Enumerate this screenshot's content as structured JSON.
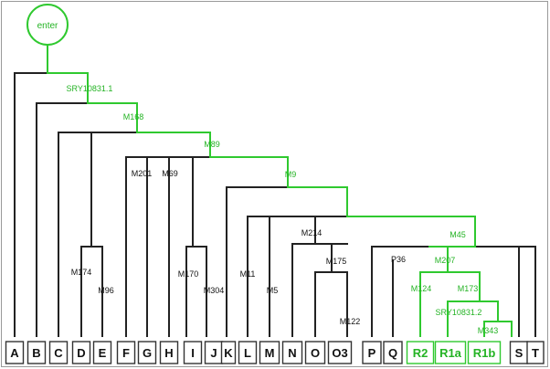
{
  "colors": {
    "black": "#222222",
    "green": "#2fc92f",
    "green_text": "#24b324"
  },
  "tree": {
    "root_label": "enter",
    "leaves": [
      "A",
      "B",
      "C",
      "D",
      "E",
      "F",
      "G",
      "H",
      "I",
      "J",
      "K",
      "L",
      "M",
      "N",
      "O",
      "O3",
      "P",
      "Q",
      "R2",
      "R1a",
      "R1b",
      "S",
      "T"
    ],
    "green_leaves": [
      "R2",
      "R1a",
      "R1b"
    ],
    "markers": {
      "SRY10831_1": "SRY10831.1",
      "M168": "M168",
      "M89": "M89",
      "M9": "M9",
      "M45": "M45",
      "M207": "M207",
      "M124": "M124",
      "M173": "M173",
      "SRY10831_2": "SRY10831.2",
      "M343": "M343",
      "M201": "M201",
      "M69": "M69",
      "M174": "M174",
      "M96": "M96",
      "M170": "M170",
      "M304": "M304",
      "M11": "M11",
      "M5": "M5",
      "M214": "M214",
      "M175": "M175",
      "M122": "M122",
      "P36": "P36"
    }
  }
}
